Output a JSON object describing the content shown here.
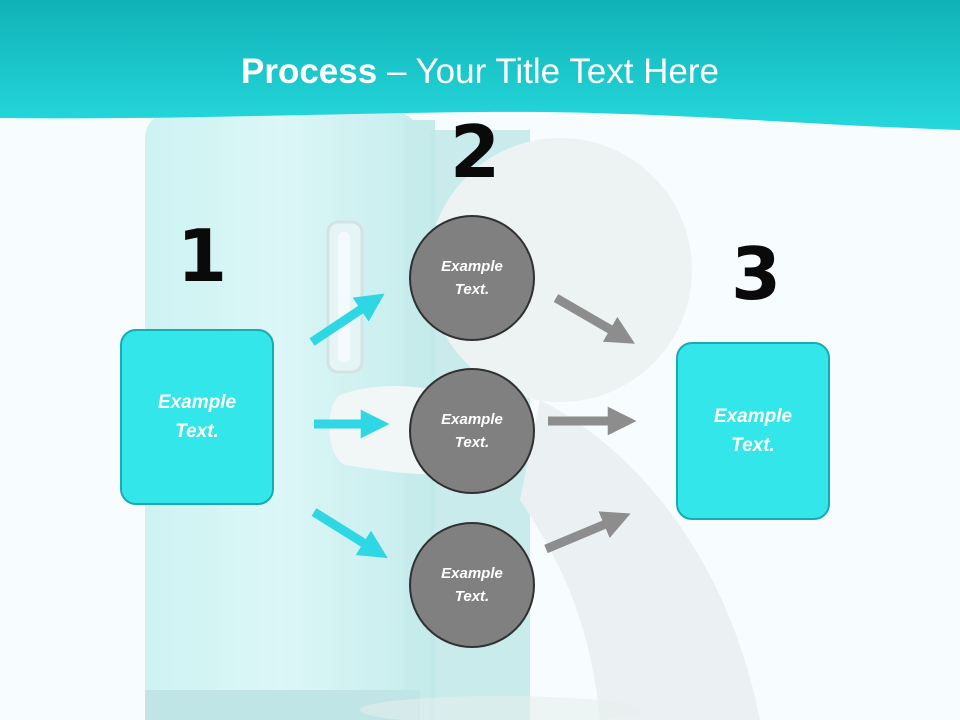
{
  "title": {
    "bold": "Process",
    "rest": " – Your Title Text Here"
  },
  "steps": {
    "one": {
      "number": "1",
      "label": "Example\nText."
    },
    "two": {
      "number": "2",
      "labels": [
        "Example\nText.",
        "Example\nText.",
        "Example\nText."
      ]
    },
    "three": {
      "number": "3",
      "label": "Example\nText."
    }
  },
  "colors": {
    "banner": "#17c9cd",
    "box": "#33e6ea",
    "circle": "#808080",
    "arrow_cyan": "#2fd6e4",
    "arrow_gray": "#8d8d8d"
  },
  "icons": [
    "arrow-icon"
  ]
}
